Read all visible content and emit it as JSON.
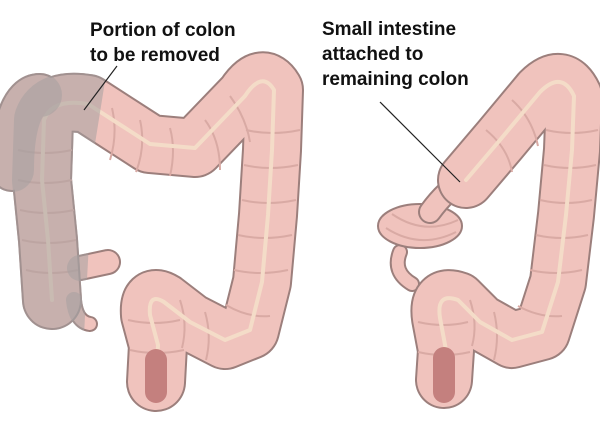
{
  "labels": {
    "removed": {
      "lines": [
        "Portion of colon",
        "to be removed"
      ]
    },
    "attached": {
      "lines": [
        "Small intestine",
        "attached to",
        "remaining colon"
      ]
    }
  },
  "colors": {
    "tissue": "#f0c3bd",
    "tissue_dark": "#d9aaa4",
    "outline": "#9c7f7c",
    "removed_overlay": "#a6a0a0",
    "inner_stripe": "#f4dcc8",
    "pointer": "#222222"
  }
}
